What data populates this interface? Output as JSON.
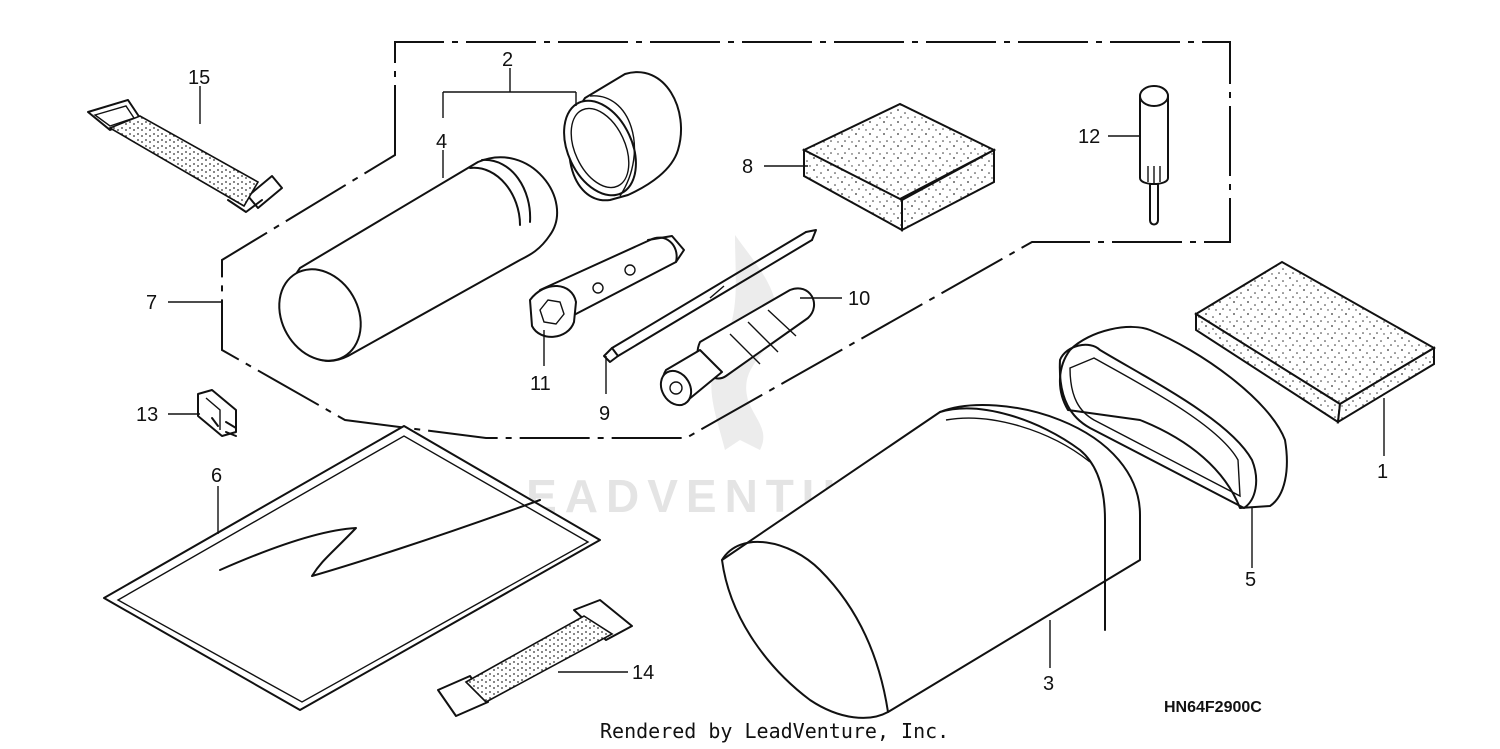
{
  "diagram": {
    "part_code": "HN64F2900C",
    "credit": "Rendered by LeadVenture, Inc.",
    "watermark": "LEADVENTURE",
    "callouts": {
      "c1": "1",
      "c2": "2",
      "c3": "3",
      "c4": "4",
      "c5": "5",
      "c6": "6",
      "c7": "7",
      "c8": "8",
      "c9": "9",
      "c10": "10",
      "c11": "11",
      "c12": "12",
      "c13": "13",
      "c14": "14",
      "c15": "15"
    }
  }
}
